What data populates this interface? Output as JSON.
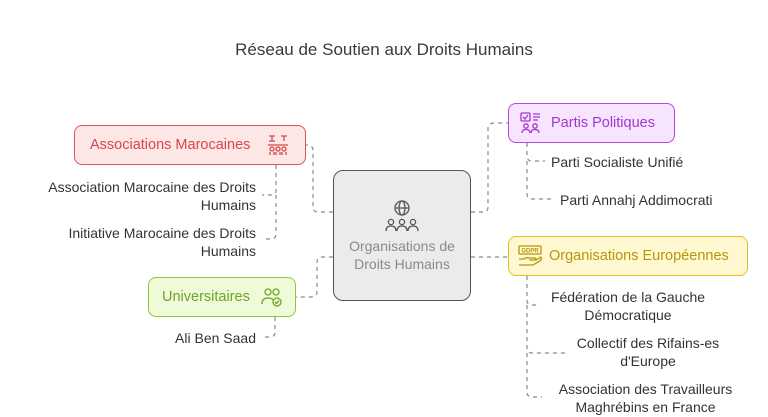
{
  "title": "Réseau de Soutien aux Droits Humains",
  "center": {
    "label": "Organisations de Droits Humains",
    "icon": "globe-people-icon"
  },
  "branches": {
    "associations": {
      "label": "Associations Marocaines",
      "icon": "group-hands-icon",
      "color": "#e05252",
      "items": [
        "Association Marocaine des Droits Humains",
        "Initiative Marocaine des Droits Humains"
      ]
    },
    "partis": {
      "label": "Partis Politiques",
      "icon": "voting-people-icon",
      "color": "#b347e0",
      "items": [
        "Parti Socialiste Unifié",
        "Parti Annahj Addimocrati"
      ]
    },
    "europe": {
      "label": "Organisations Européennes",
      "icon": "gdpr-hand-icon",
      "color": "#e0c21a",
      "items": [
        "Fédération de la Gauche Démocratique",
        "Collectif des Rifains-es d'Europe",
        "Association des Travailleurs Maghrébins en France"
      ]
    },
    "universitaires": {
      "label": "Universitaires",
      "icon": "people-icon",
      "color": "#8cc63e",
      "items": [
        "Ali Ben Saad"
      ]
    }
  }
}
